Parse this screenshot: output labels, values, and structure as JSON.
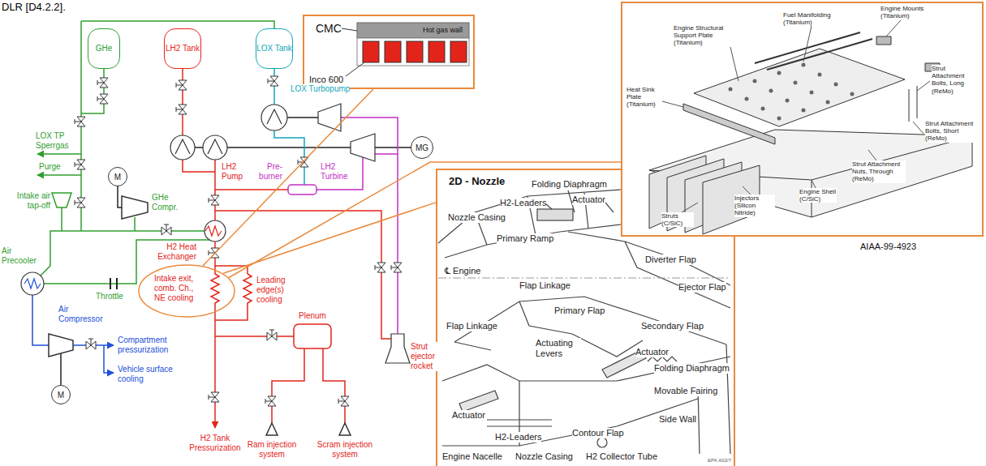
{
  "diagram": {
    "nodes": [
      {
        "text": [
          "GHe"
        ]
      },
      {
        "text": [
          "LH2 Tank"
        ]
      },
      {
        "text": [
          "LOX Tank"
        ]
      },
      {
        "text": [
          "CMC",
          "Hot gas wall",
          "Inco 600"
        ]
      },
      {
        "text": [
          "AIAA-99-4923"
        ]
      },
      {
        "text": [
          "M"
        ]
      },
      {
        "text": [
          "MG"
        ]
      },
      {
        "text": [
          "2D - Nozzle"
        ]
      },
      {
        "text": [
          "Intake exit, comb. Ch., NE cooling"
        ]
      },
      {
        "text": [
          "Plenum"
        ]
      },
      {
        "text": [
          "M"
        ]
      }
    ],
    "edges": [
      {
        "from": 8,
        "to": 3,
        "arrow": "none"
      },
      {
        "from": 8,
        "to": 7,
        "arrow": "none"
      },
      {
        "from": 8,
        "to": 4,
        "arrow": "none"
      }
    ],
    "labels": [
      "DLR [D4.2.2].",
      "LOX TP Sperrgas",
      "Purge",
      "Intake air tap-off",
      "GHe Compr.",
      "Air Precooler",
      "Throttle",
      "Air Compressor",
      "Compartment pressurization",
      "Vehicle surface cooling",
      "LOX Turbopump",
      "LH2 Pump",
      "Pre-burner",
      "LH2 Turbine",
      "H2 Heat Exchanger",
      "Leading edge(s) cooling",
      "Strut ejector rocket",
      "H2 Tank Pressurization",
      "Ram injection system",
      "Scram injection system",
      "Folding Diaphragm",
      "Actuator",
      "H2-Leaders",
      "Nozzle Casing",
      "Diverter Flap",
      "Primary Ramp",
      "Ejector Flap",
      "℄ Engine",
      "Flap Linkage",
      "Primary Flap",
      "Secondary Flap",
      "Flap Linkage",
      "Actuating Levers",
      "Actuator",
      "Folding Diaphragm",
      "Movable Fairing",
      "Side Wall",
      "Actuator",
      "Engine Nacelle",
      "H2-Leaders",
      "Contour Flap",
      "H2 Collector Tube",
      "Nozzle Casing",
      "EPK A02/7",
      "Engine Mounts (Titanium)",
      "Fuel Manifolding (Titanium)",
      "Engine Structural Support Plate (Titanium)",
      "Heat Sink Plate (Titanium)",
      "Strut Attachment Bolts, Long (ReMo)",
      "Strut Attachment Bolts, Short (ReMo)",
      "Strut Attachment Nuts, Through (ReMo)",
      "Engine Shell (C/SiC)",
      "Injectors (Silicon Nitride)",
      "Struts (C/SiC)"
    ]
  }
}
